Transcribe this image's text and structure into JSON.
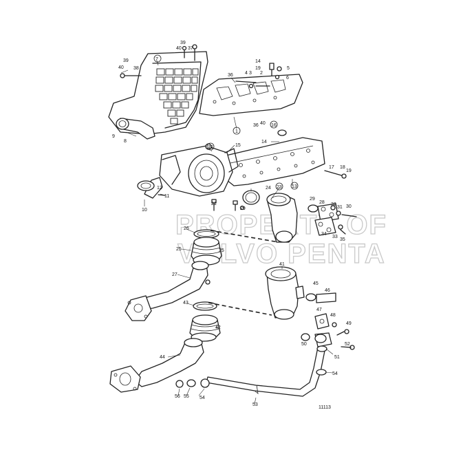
{
  "watermark": {
    "line1": "PROPERTY OF",
    "line2": "VOLVO PENTA"
  },
  "drawing_ref": "11113",
  "callouts": {
    "c1": "1",
    "c2": "2",
    "c3": "3",
    "c4": "4",
    "c5": "5",
    "c6": "6",
    "c7": "7",
    "c8": "8",
    "c9": "9",
    "c10": "10",
    "c11": "11",
    "c12": "12",
    "c13": "13",
    "c14a": "14",
    "c14b": "14",
    "c15": "15",
    "c16": "16",
    "c17": "17",
    "c18": "18",
    "c19a": "19",
    "c19b": "19",
    "c21": "21",
    "c22": "22",
    "c23": "23",
    "c24": "24",
    "c25a": "25",
    "c25b": "25",
    "c26": "26",
    "c27": "27",
    "c28": "28",
    "c29a": "29",
    "c29b": "29",
    "c30": "30",
    "c31": "31",
    "c32": "32",
    "c33": "33",
    "c34": "34",
    "c35": "35",
    "c36a": "36",
    "c36b": "36",
    "c37": "37",
    "c38a": "38",
    "c38b": "38",
    "c39a": "39",
    "c39b": "39",
    "c40a": "40",
    "c40b": "40",
    "c41": "41",
    "c42": "42",
    "c43": "43",
    "c44": "44",
    "c45": "45",
    "c46": "46",
    "c47": "47",
    "c48": "48",
    "c49": "49",
    "c50": "50",
    "c51": "51",
    "c52": "52",
    "c53": "53",
    "c54a": "54",
    "c54b": "54",
    "c55": "55",
    "c56": "56"
  }
}
